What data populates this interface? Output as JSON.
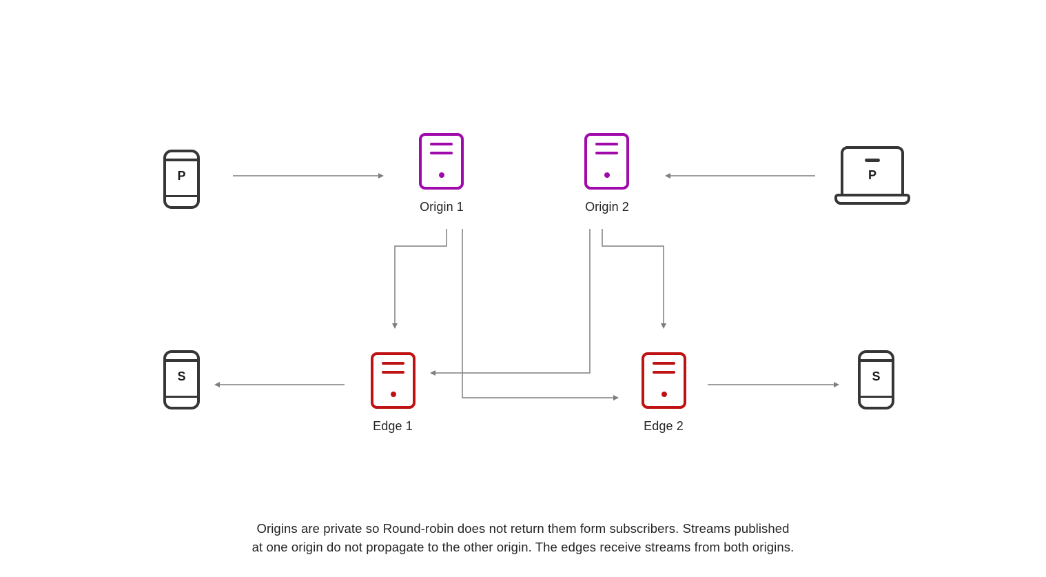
{
  "diagram": {
    "devices": {
      "publisher_phone_letter": "P",
      "publisher_laptop_letter": "P",
      "subscriber_phone_left_letter": "S",
      "subscriber_phone_right_letter": "S"
    },
    "nodes": {
      "origin1_label": "Origin 1",
      "origin2_label": "Origin 2",
      "edge1_label": "Edge 1",
      "edge2_label": "Edge 2"
    },
    "connections": [
      {
        "from": "publisher-phone",
        "to": "origin-1"
      },
      {
        "from": "publisher-laptop",
        "to": "origin-2"
      },
      {
        "from": "origin-1",
        "to": "edge-1"
      },
      {
        "from": "origin-1",
        "to": "edge-2"
      },
      {
        "from": "origin-2",
        "to": "edge-1"
      },
      {
        "from": "origin-2",
        "to": "edge-2"
      },
      {
        "from": "edge-1",
        "to": "subscriber-phone-left"
      },
      {
        "from": "edge-2",
        "to": "subscriber-phone-right"
      }
    ],
    "colors": {
      "origin_purple": "#A10AAA",
      "edge_red": "#BF1212",
      "device_gray": "#363636",
      "arrow_gray": "#7E7E7E",
      "text_dark": "#242424"
    },
    "caption": {
      "line1": "Origins are private so Round-robin does not return them form subscribers. Streams published",
      "line2": "at one origin do not propagate to the other origin. The edges receive streams from both origins."
    }
  }
}
